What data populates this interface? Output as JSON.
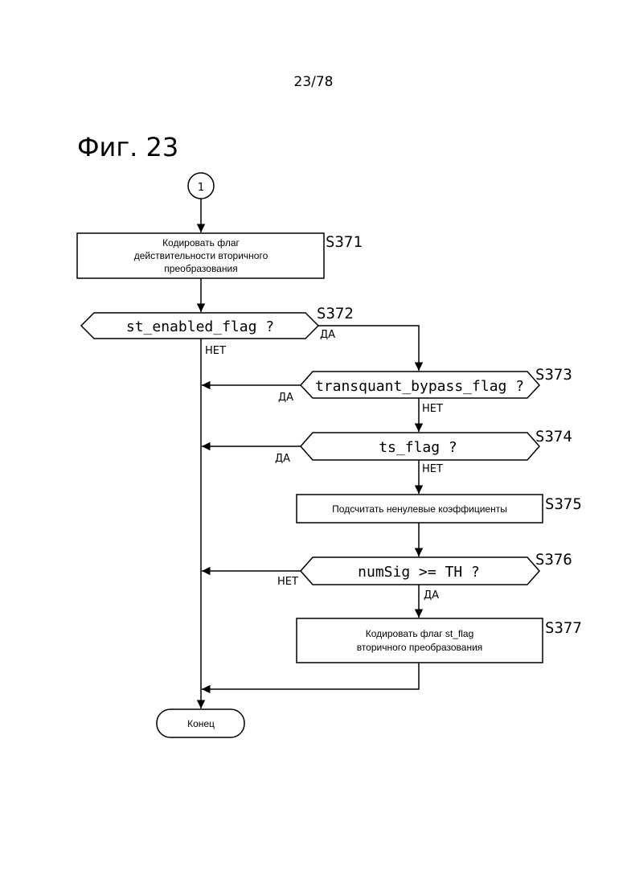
{
  "page_number": "23/78",
  "figure_title": "Фиг. 23",
  "connector_label": "1",
  "steps": {
    "s371": {
      "id": "S371",
      "lines": [
        "Кодировать флаг",
        "действительности вторичного",
        "преобразования"
      ]
    },
    "s372": {
      "id": "S372",
      "text": "st_enabled_flag ?",
      "yes": "ДА",
      "no": "НЕТ"
    },
    "s373": {
      "id": "S373",
      "text": "transquant_bypass_flag ?",
      "yes": "ДА",
      "no": "НЕТ"
    },
    "s374": {
      "id": "S374",
      "text": "ts_flag ?",
      "yes": "ДА",
      "no": "НЕТ"
    },
    "s375": {
      "id": "S375",
      "text": "Подсчитать ненулевые коэффициенты"
    },
    "s376": {
      "id": "S376",
      "text": "numSig >= TH ?",
      "yes": "ДА",
      "no": "НЕТ"
    },
    "s377": {
      "id": "S377",
      "lines": [
        "Кодировать флаг st_flag",
        "вторичного преобразования"
      ]
    },
    "end": {
      "text": "Конец"
    }
  }
}
